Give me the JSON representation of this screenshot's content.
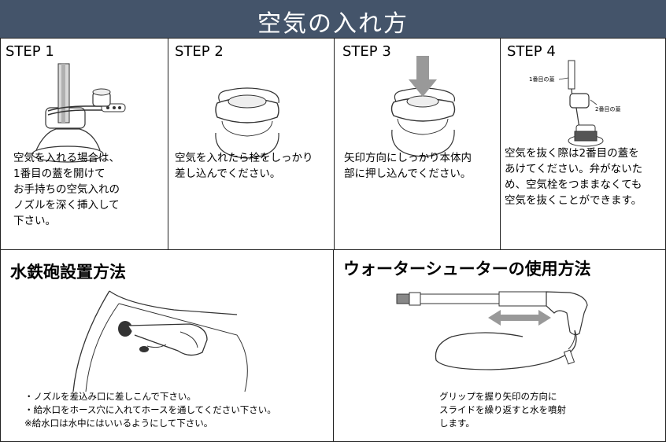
{
  "header": {
    "title": "空気の入れ方"
  },
  "steps": [
    {
      "label": "STEP 1",
      "text": "空気を入れる場合は、\n1番目の蓋を開けて\nお手持ちの空気入れの\nノズルを深く挿入して\n下さい。"
    },
    {
      "label": "STEP 2",
      "text": "空気を入れたら栓をしっかり\n差し込んでください。"
    },
    {
      "label": "STEP 3",
      "text": "矢印方向にしっかり本体内\n部に押し込んでください。"
    },
    {
      "label": "STEP 4",
      "text": "空気を抜く際は2番目の蓋を\nあけてください。弁がないた\nめ、空気栓をつままなくても\n空気を抜くことができます。",
      "diagram_labels": {
        "cap1": "1番目の蓋",
        "cap2": "2番目の蓋"
      }
    }
  ],
  "install": {
    "title": "水鉄砲設置方法",
    "notes": "・ノズルを差込み口に差しこんで下さい。\n・給水口をホース穴に入れてホースを通してください下さい。\n※給水口は水中にはいいるようにして下さい。"
  },
  "usage": {
    "title": "ウォーターシューターの使用方法",
    "notes": "グリップを握り矢印の方向に\nスライドを繰り返すと水を噴射\nします。"
  },
  "colors": {
    "header_bg": "#44546a",
    "arrow_gray": "#999999"
  },
  "icons": [
    "valve-diagram",
    "down-arrow-icon",
    "double-arrow-icon",
    "water-gun-diagram",
    "hose-diagram"
  ]
}
